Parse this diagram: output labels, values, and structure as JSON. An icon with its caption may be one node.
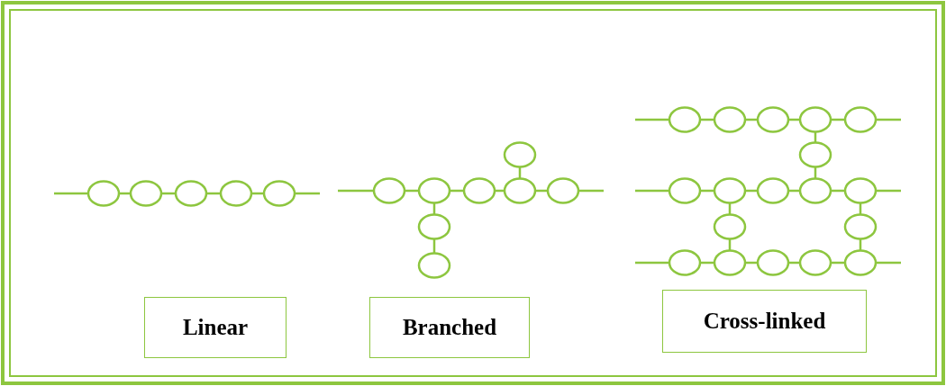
{
  "diagram": {
    "nodes": [
      {
        "text": [
          "Linear"
        ]
      },
      {
        "text": [
          "Branched"
        ]
      },
      {
        "text": [
          "Cross-linked"
        ]
      }
    ]
  }
}
